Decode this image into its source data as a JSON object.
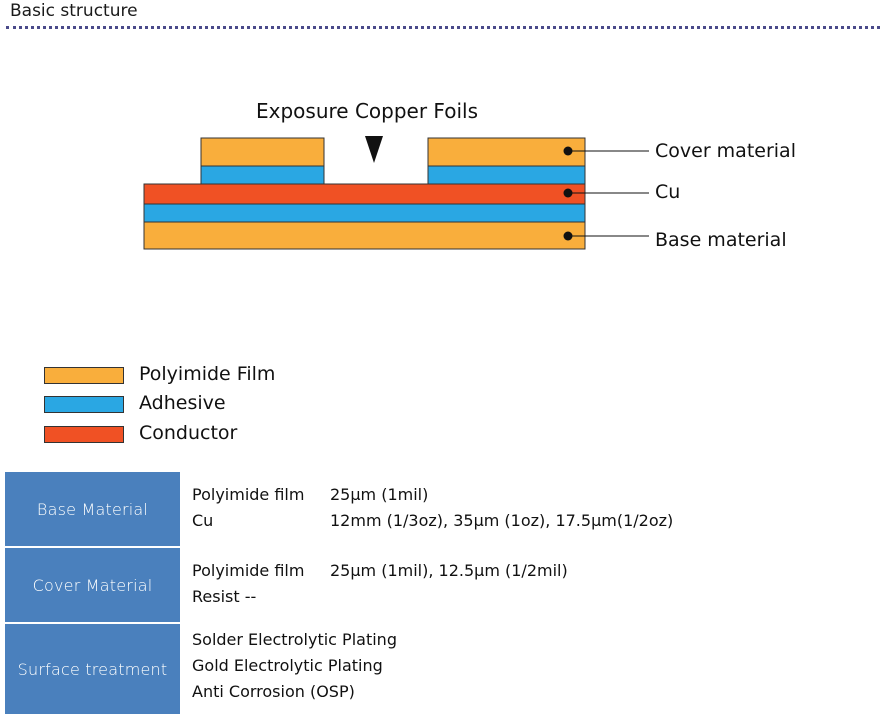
{
  "section_title": "Basic structure",
  "diagram": {
    "caption": "Exposure Copper Foils",
    "labels": {
      "cover": "Cover material",
      "cu": "Cu",
      "base": "Base material"
    },
    "colors": {
      "polyimide": "#f9ae3c",
      "adhesive": "#2aa7e3",
      "conductor": "#f05124",
      "outline": "#333333"
    }
  },
  "legend": [
    {
      "label": "Polyimide Film",
      "color": "#f9ae3c"
    },
    {
      "label": "Adhesive",
      "color": "#2aa7e3"
    },
    {
      "label": "Conductor",
      "color": "#f05124"
    }
  ],
  "table": {
    "header_color": "#4a80bd",
    "rows": [
      {
        "header": "Base Material",
        "lines": [
          {
            "label": "Polyimide film",
            "value": "25μm (1mil)"
          },
          {
            "label": "Cu",
            "value": "12mm (1/3oz), 35μm (1oz), 17.5μm(1/2oz)"
          }
        ]
      },
      {
        "header": "Cover Material",
        "lines": [
          {
            "label": "Polyimide film",
            "value": "25μm (1mil), 12.5μm (1/2mil)"
          },
          {
            "label": "Resist --",
            "value": ""
          }
        ]
      },
      {
        "header": "Surface treatment",
        "lines": [
          {
            "label": "Solder Electrolytic Plating",
            "value": ""
          },
          {
            "label": "Gold Electrolytic Plating",
            "value": ""
          },
          {
            "label": "Anti Corrosion (OSP)",
            "value": ""
          }
        ]
      }
    ]
  }
}
